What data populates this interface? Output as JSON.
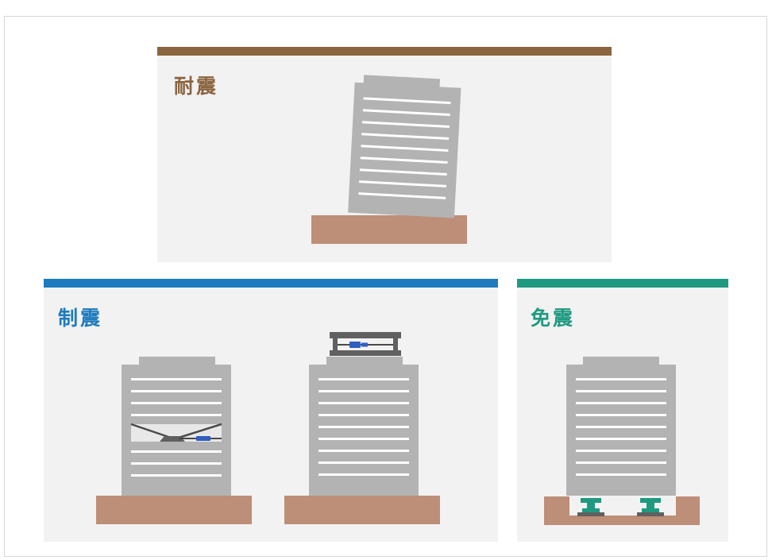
{
  "panels": {
    "taishin": {
      "title": "耐震",
      "accent": "#8b6440"
    },
    "seishin": {
      "title": "制震",
      "accent": "#1f7bbd"
    },
    "menshin": {
      "title": "免震",
      "accent": "#1f9a80"
    }
  },
  "colors": {
    "building": "#b3b3b3",
    "floor_line": "#ffffff",
    "foundation": "#bd8e78",
    "panel_bg": "#f2f2f2",
    "damper": "#2f5fc0",
    "frame_dark": "#606060",
    "isolator": "#1f9a80"
  }
}
